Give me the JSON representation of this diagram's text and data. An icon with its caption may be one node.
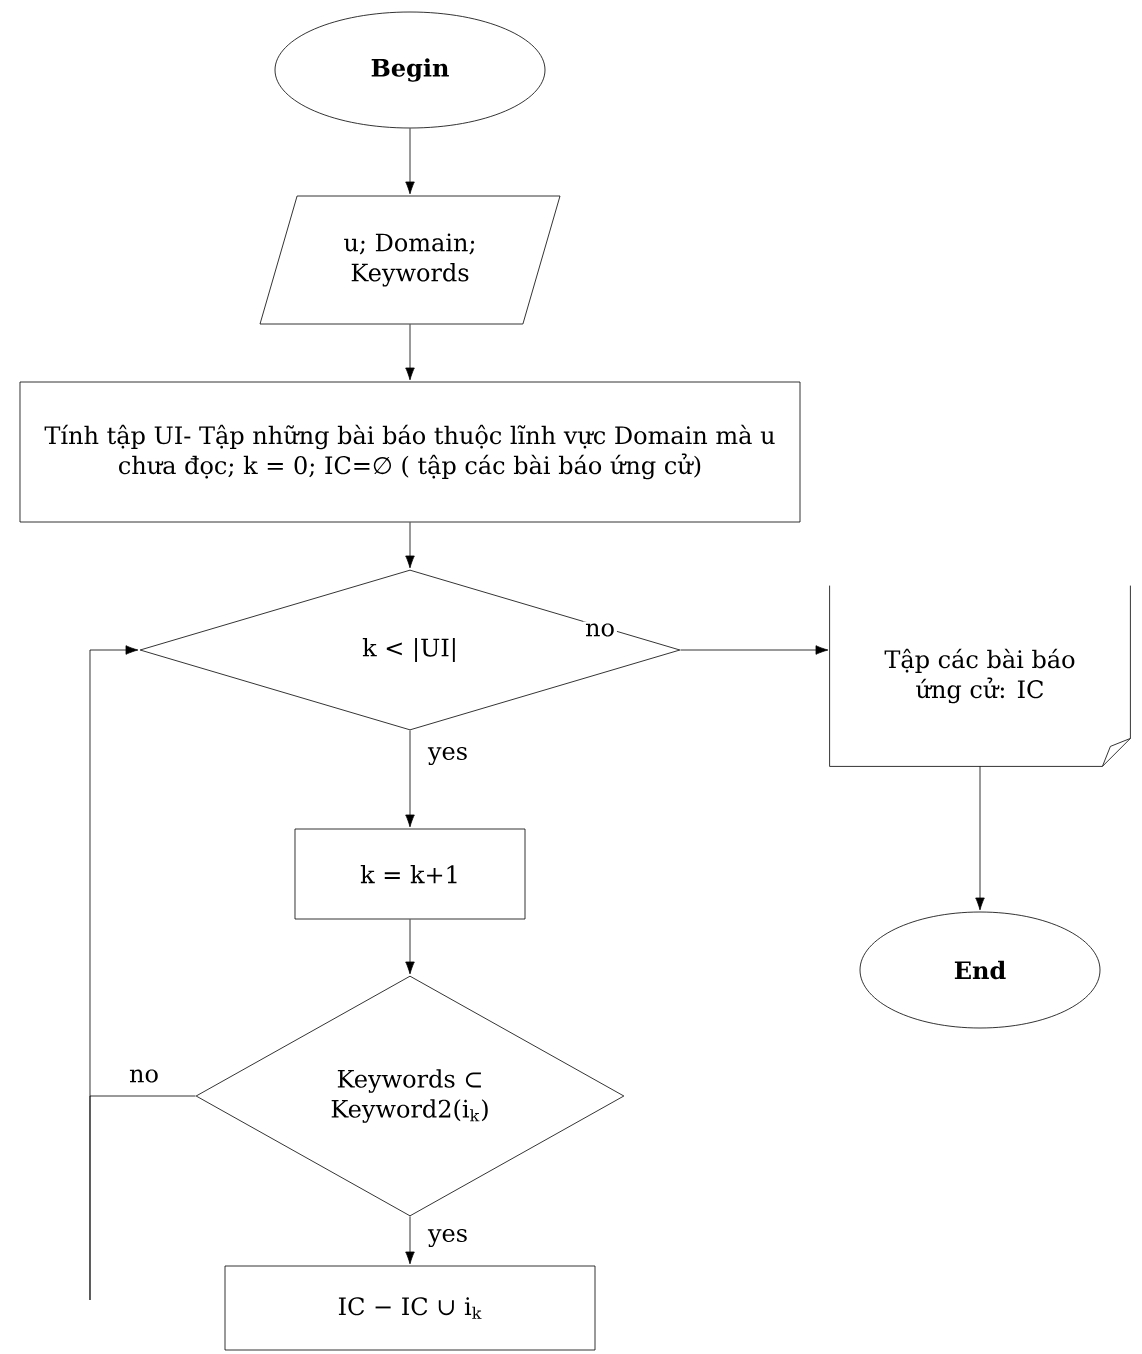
{
  "diagram": {
    "nodes": [
      {
        "text": [
          "**Begin**"
        ]
      },
      {
        "text": [
          "u; Domain; Keywords"
        ]
      },
      {
        "text": [
          "Tính tập UI- Tập những bài báo thuộc lĩnh vực Domain mà u chưa đọc; k = 0; IC=∅ ( tập các bài báo ứng cử)"
        ]
      },
      {
        "text": [
          "k < |UI|"
        ]
      },
      {
        "text": [
          "k = k+1"
        ]
      },
      {
        "text": [
          "Keywords ⊂ Keyword2(i$_{k}$)"
        ]
      },
      {
        "text": [
          "IC − IC ∪ i$_{k}$"
        ]
      },
      {
        "text": [
          "Tập các bài báo ứng cử: IC"
        ]
      },
      {
        "text": [
          "**End**"
        ]
      }
    ],
    "edges": [
      {
        "from": 0,
        "to": 1,
        "arrow": "to"
      },
      {
        "from": 1,
        "to": 2,
        "arrow": "to"
      },
      {
        "from": 2,
        "to": 3,
        "arrow": "to"
      },
      {
        "from": 3,
        "to": 7,
        "arrow": "to",
        "label": "no"
      },
      {
        "from": 3,
        "to": 4,
        "arrow": "to",
        "label": "yes"
      },
      {
        "from": 4,
        "to": 5,
        "arrow": "to"
      },
      {
        "from": 5,
        "to": 6,
        "arrow": "to",
        "label": "yes"
      },
      {
        "from": 5,
        "to": 3,
        "arrow": "to",
        "label": "no"
      },
      {
        "from": 7,
        "to": 8,
        "arrow": "to"
      }
    ]
  }
}
